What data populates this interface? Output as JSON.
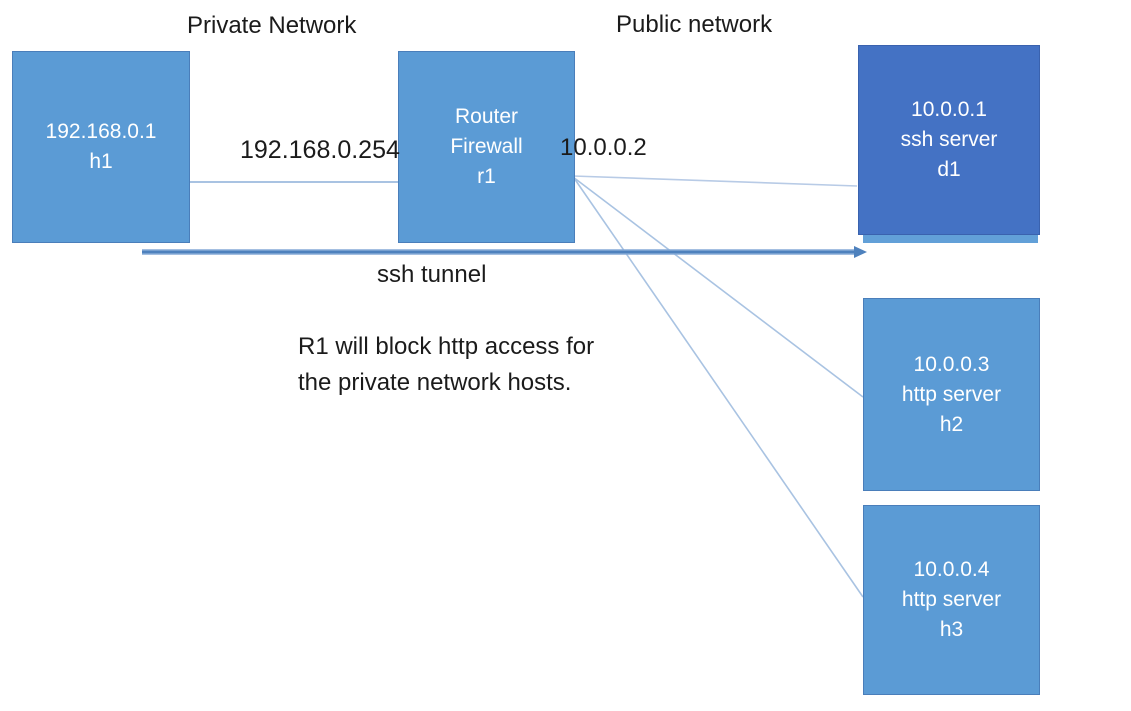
{
  "diagram": {
    "titles": {
      "private": "Private Network",
      "public": "Public network"
    },
    "nodes": {
      "h1": {
        "lines": [
          "192.168.0.1",
          "h1"
        ]
      },
      "r1": {
        "lines": [
          "Router",
          "Firewall",
          "r1"
        ]
      },
      "d1": {
        "lines": [
          "10.0.0.1",
          "ssh server",
          "d1"
        ]
      },
      "h2": {
        "lines": [
          "10.0.0.3",
          "http server",
          "h2"
        ]
      },
      "h3": {
        "lines": [
          "10.0.0.4",
          "http server",
          "h3"
        ]
      }
    },
    "labels": {
      "h1_r1_ip": "192.168.0.254",
      "r1_public_ip": "10.0.0.2",
      "tunnel": "ssh tunnel",
      "note_line1": "R1 will block http access for",
      "note_line2": "the private network hosts."
    },
    "connections": [
      {
        "from": "h1",
        "to": "r1",
        "type": "link"
      },
      {
        "from": "r1",
        "to": "d1",
        "type": "link"
      },
      {
        "from": "r1",
        "to": "h2",
        "type": "link"
      },
      {
        "from": "r1",
        "to": "h3",
        "type": "link"
      },
      {
        "from": "h1",
        "to": "d1",
        "type": "ssh-tunnel-arrow"
      }
    ],
    "colors": {
      "node_fill": "#5b9bd5",
      "node_border": "#4a7eba",
      "dark_node_fill": "#4472c4",
      "dark_node_border": "#3a62ae",
      "connector": "#a9c3e2",
      "connector_light": "#b8cbe6",
      "tunnel_core": "#4e81bd",
      "tunnel_halo": "#85aad7",
      "text": "#1b1b1b",
      "node_text": "#ffffff"
    }
  }
}
